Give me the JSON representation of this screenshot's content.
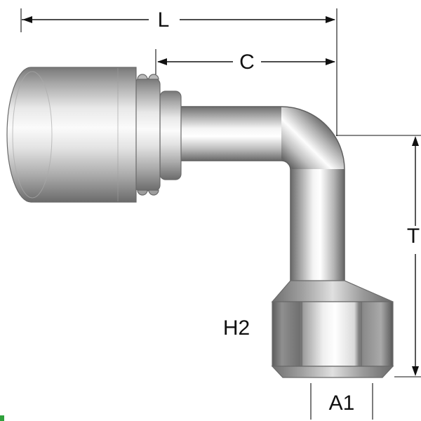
{
  "labels": {
    "L": "L",
    "C": "C",
    "T": "T",
    "H2": "H2",
    "A1": "A1"
  },
  "colors": {
    "background": "#ffffff",
    "dimension": "#111111",
    "outline": "#5f5f5f",
    "metal_dark": "#6a6a6a",
    "metal_mid": "#c6c6c6",
    "metal_light": "#ffffff",
    "artifact_green": "#2fa13c"
  }
}
